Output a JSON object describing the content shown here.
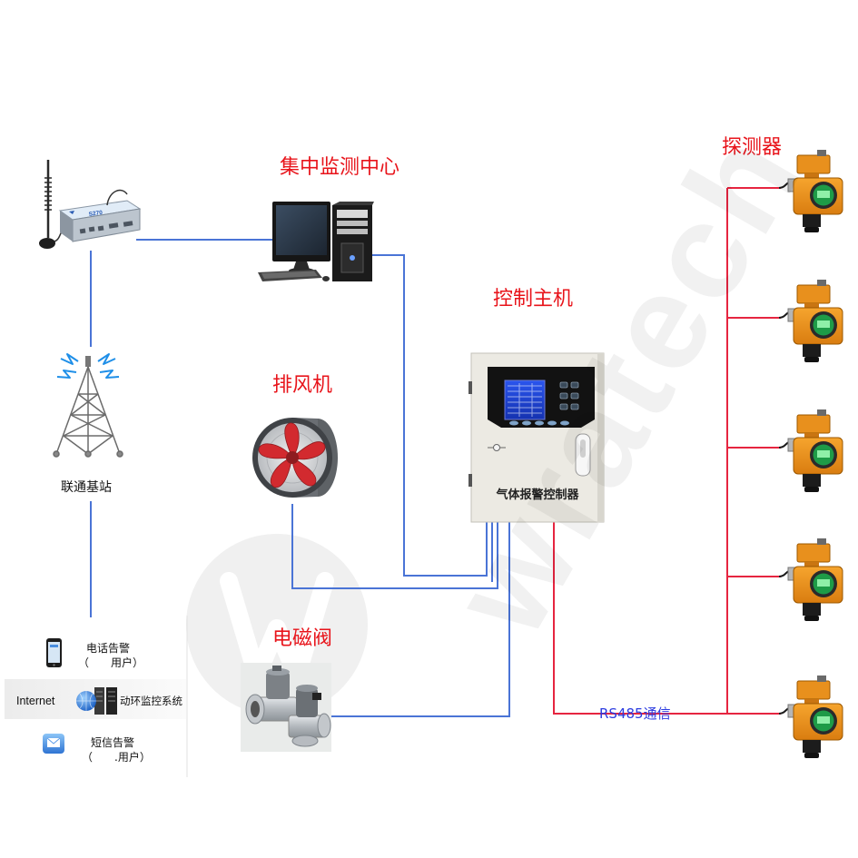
{
  "labels": {
    "monitoring_center": "集中监测中心",
    "detector": "探测器",
    "control_host": "控制主机",
    "exhaust_fan": "排风机",
    "solenoid_valve": "电磁阀",
    "base_station": "联通基站",
    "rs485": "RS485通信"
  },
  "router": {
    "model": "S270"
  },
  "controller": {
    "panel_title": "气体报警控制器"
  },
  "alarm_channels": {
    "phone": {
      "icon": "phone-icon",
      "title": "电话告警",
      "note": "（　　用户）"
    },
    "network": {
      "prefix": "Internet",
      "icon": "server-globe-icon",
      "title": "动环监控系统"
    },
    "sms": {
      "icon": "sms-icon",
      "title": "短信告警",
      "note": "（　　.用户）"
    }
  },
  "colors": {
    "label_red": "#e8141b",
    "link_blue": "#4a74d6",
    "bus_red": "#e62540",
    "rs485_blue": "#2b3be0"
  },
  "watermark": "wratech"
}
